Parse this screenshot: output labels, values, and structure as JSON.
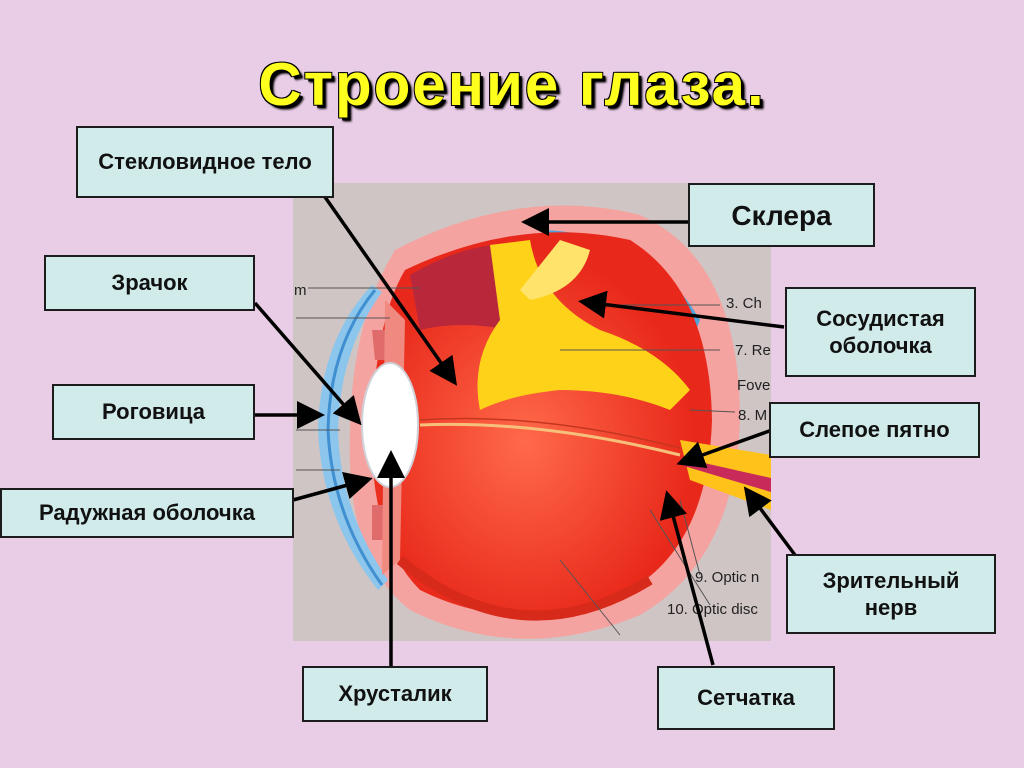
{
  "title": "Строение глаза.",
  "labels": {
    "vitreous": "Стекловидное тело",
    "pupil": "Зрачок",
    "cornea": "Роговица",
    "iris": "Радужная оболочка",
    "sclera": "Склера",
    "choroid": "Сосудистая оболочка",
    "blind_spot": "Слепое пятно",
    "optic_nerve": "Зрительный нерв",
    "lens": "Хрусталик",
    "retina": "Сетчатка"
  },
  "image_text": {
    "m": "m",
    "ch": "3. Ch",
    "re": "7. Re",
    "fove": "Fove",
    "m8": "8. M",
    "optic_n": "9. Optic n",
    "optic_disc": "10. Optic disc"
  },
  "colors": {
    "background": "#e9cde6",
    "title": "#ffff1e",
    "label_fill": "#d1ebeb",
    "photo_bg": "#cfc5c4",
    "eyeball_red": "#ee3b23",
    "retina_yellow": "#ffd21a",
    "choroid_blue": "#4ea3dd",
    "sclera_pink": "#f5a3a0"
  }
}
